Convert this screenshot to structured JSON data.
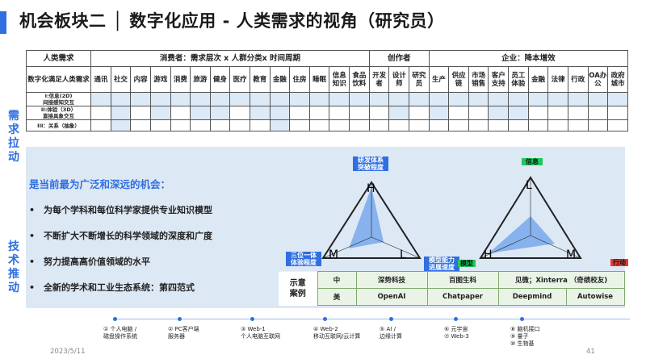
{
  "title": "机会板块二 │ 数字化应用 - 人类需求的视角（研究员）",
  "side_labels": {
    "demand": [
      "需",
      "求",
      "拉",
      "动"
    ],
    "tech": [
      "技",
      "术",
      "推",
      "动"
    ]
  },
  "table": {
    "corner": "人类需求",
    "groups": {
      "consumer": "消费者：需求层次 x 人群分类x 时间周期",
      "creator": "创作者",
      "enterprise": "企业：降本增效"
    },
    "row_header": "数字化满足人类需求",
    "columns": [
      "通讯",
      "社交",
      "内容",
      "游戏",
      "消费",
      "旅游",
      "健身",
      "医疗",
      "教育",
      "金融",
      "住房",
      "睡眠",
      "信息知识",
      "食品饮料",
      "开发者",
      "设计师",
      "研究员",
      "生产",
      "供应链",
      "市场销售",
      "客户支持",
      "员工体验",
      "金融",
      "法律",
      "行政",
      "OA办公",
      "政府城市"
    ],
    "rows": [
      {
        "label_1": "I:信息(2D)",
        "label_2": "间接感知交互"
      },
      {
        "label_1": "II:体验（3D）",
        "label_2": "直接具象交互"
      },
      {
        "label_1": "III：关系（抽象）",
        "label_2": ""
      }
    ]
  },
  "opportunity": {
    "title": "是当前最为广泛和深远的机会：",
    "bullets": [
      "为每个学科和每位科学家提供专业知识模型",
      "不断扩大不断增长的科学领域的深度和广度",
      "努力提高高价值领域的水平",
      "全新的学术和工业生态系统：第四范式"
    ]
  },
  "triangles": {
    "left": {
      "top_tag": "研发体系\n突破程度",
      "left_tag": "三位一体\n体验程度",
      "right_tag": "模型能力\n进展速度",
      "H": "H",
      "M": "M",
      "L": "L"
    },
    "right": {
      "top_tag": "信息",
      "left_tag": "模型",
      "right_tag": "行动",
      "L": "L",
      "H": "H",
      "M": "M"
    }
  },
  "examples": {
    "label": "示意\n案例",
    "rows": [
      {
        "region": "中",
        "items": [
          "深势科技",
          "百图生科",
          "见微；Xinterra （奇绩校友)"
        ]
      },
      {
        "region": "美",
        "items": [
          "OpenAI",
          "Chatpaper",
          "Deepmind",
          "Autowise"
        ]
      }
    ]
  },
  "timeline": [
    {
      "num": "①",
      "line1": "个人电脑 /",
      "line2": "磁盘操作系统"
    },
    {
      "num": "②",
      "line1": "PC客户端",
      "line2": "服务器"
    },
    {
      "num": "③",
      "line1": "Web-1",
      "line2": "个人电脑互联网"
    },
    {
      "num": "④",
      "line1": "Web-2",
      "line2": "移动互联网/云计算"
    },
    {
      "num": "⑤",
      "line1": "AI /",
      "line2": "边缘计算"
    },
    {
      "num": "⑥",
      "line1": "元宇宙",
      "line2": "⑦ Web-3"
    },
    {
      "num": "⑧",
      "line1": "脑机接口",
      "line2": "⑨ 量子",
      "line3": "⑩ 生物基"
    }
  ],
  "footer": {
    "date": "2023/5/11",
    "page": "41"
  },
  "colors": {
    "accent": "#2f6fe0",
    "panel": "#dde8f5",
    "green_tag": "#22c55e",
    "red_tag": "#e53935",
    "triangle_fill": "#6aa0ea"
  }
}
